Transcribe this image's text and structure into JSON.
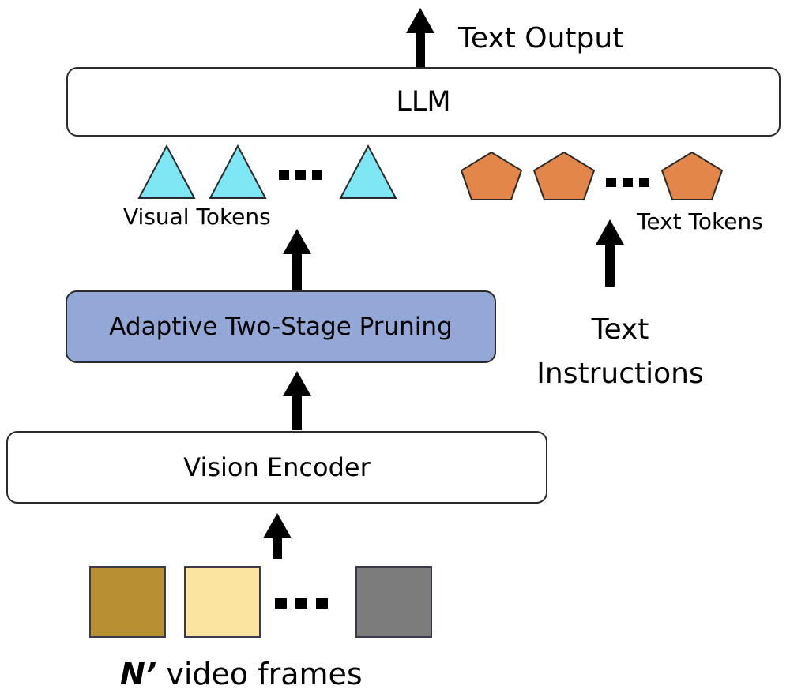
{
  "llm": {
    "label": "LLM"
  },
  "text_output": {
    "label": "Text Output"
  },
  "pruning": {
    "label": "Adaptive Two-Stage Pruning"
  },
  "vision_encoder": {
    "label": "Vision Encoder"
  },
  "visual_tokens": {
    "label": "Visual Tokens"
  },
  "text_tokens": {
    "label": "Text Tokens"
  },
  "text_instructions": {
    "line1": "Text",
    "line2": "Instructions"
  },
  "frames_caption": {
    "prefix": "N’",
    "rest": " video frames"
  },
  "colors": {
    "visual_token": "#7fe6f4",
    "text_token": "#e2864a",
    "pruning_fill": "#94a8d8",
    "frame_1": "#b98f34",
    "frame_2": "#fbe4a0",
    "frame_3": "#7c7c7c",
    "arrow": "#000000"
  },
  "icons": {
    "visual_token": "triangle-icon",
    "text_token": "pentagon-icon",
    "ellipsis": "ellipsis-icon",
    "arrow": "up-arrow-icon"
  }
}
